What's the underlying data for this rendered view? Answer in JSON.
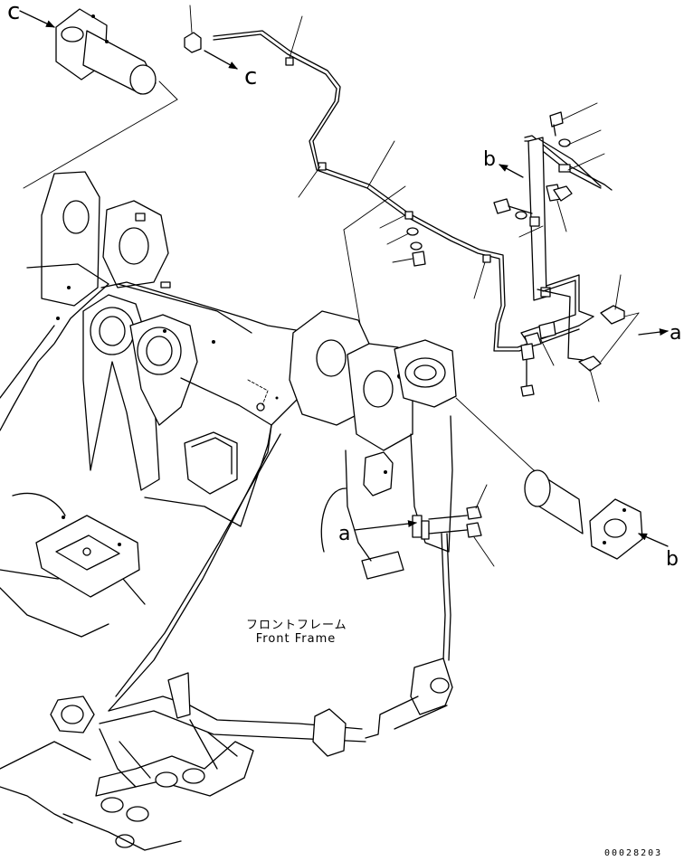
{
  "callouts": {
    "c_top_left": "c",
    "c_top_mid": "c",
    "b_right": "b",
    "a_right": "a",
    "a_mid": "a",
    "b_bottom_right": "b"
  },
  "frame_label": {
    "japanese": "フロントフレーム",
    "english": "Front Frame"
  },
  "document_number": "00028203"
}
